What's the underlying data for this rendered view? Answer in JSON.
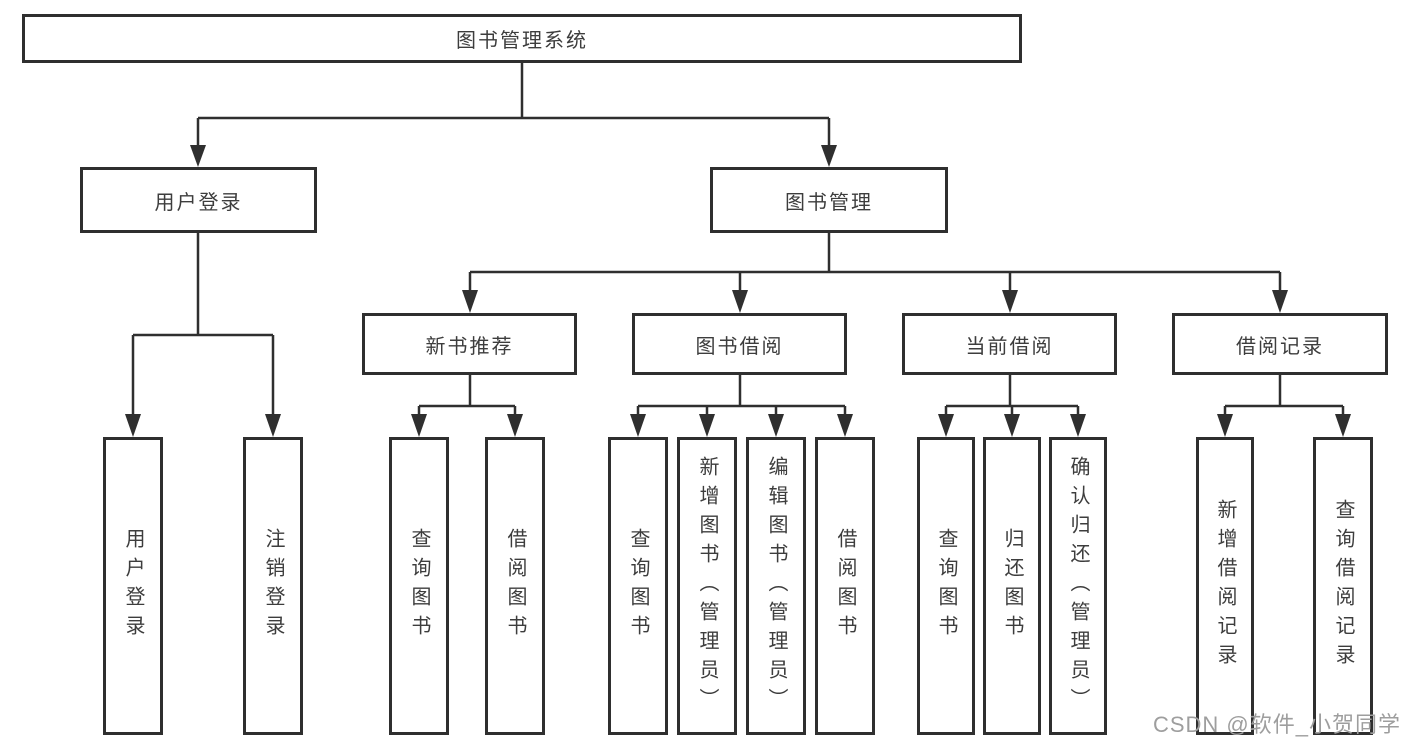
{
  "tree": {
    "label": "图书管理系统",
    "children": [
      {
        "label": "用户登录",
        "children": [
          {
            "label": "用户登录"
          },
          {
            "label": "注销登录"
          }
        ]
      },
      {
        "label": "图书管理",
        "children": [
          {
            "label": "新书推荐",
            "children": [
              {
                "label": "查询图书"
              },
              {
                "label": "借阅图书"
              }
            ]
          },
          {
            "label": "图书借阅",
            "children": [
              {
                "label": "查询图书"
              },
              {
                "label": "新增图书（管理员）"
              },
              {
                "label": "编辑图书（管理员）"
              },
              {
                "label": "借阅图书"
              }
            ]
          },
          {
            "label": "当前借阅",
            "children": [
              {
                "label": "查询图书"
              },
              {
                "label": "归还图书"
              },
              {
                "label": "确认归还（管理员）"
              }
            ]
          },
          {
            "label": "借阅记录",
            "children": [
              {
                "label": "新增借阅记录"
              },
              {
                "label": "查询借阅记录"
              }
            ]
          }
        ]
      }
    ]
  },
  "watermark": "CSDN @软件_小贺同学",
  "colors": {
    "line": "#2f2f2f",
    "text": "#3d3d3d",
    "watermark": "#9e9e9e",
    "background": "#ffffff"
  }
}
